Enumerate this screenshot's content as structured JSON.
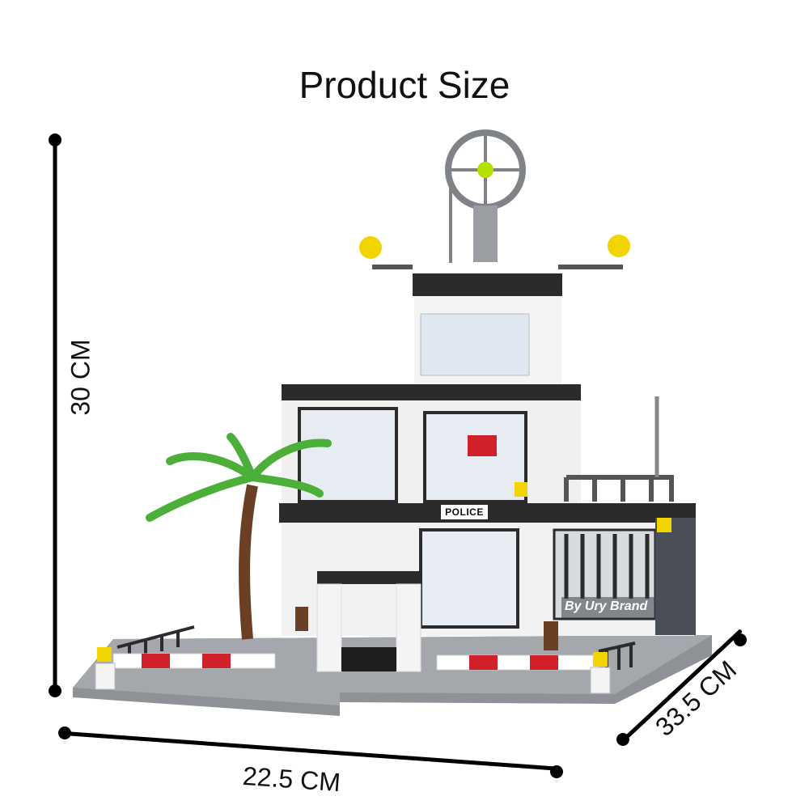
{
  "title": "Product Size",
  "dimensions": {
    "height": "30 CM",
    "width": "22.5 CM",
    "depth": "33.5 CM"
  },
  "product": {
    "sign_text": "POLICE",
    "brand_watermark": "By Ury Brand"
  },
  "colors": {
    "lines": "#000000",
    "building_white": "#f4f4f4",
    "building_dark": "#2b2b2b",
    "baseplate": "#8e9196",
    "accent_red": "#d0202a",
    "accent_yellow": "#f2d400",
    "palm_green": "#4caf3a"
  }
}
